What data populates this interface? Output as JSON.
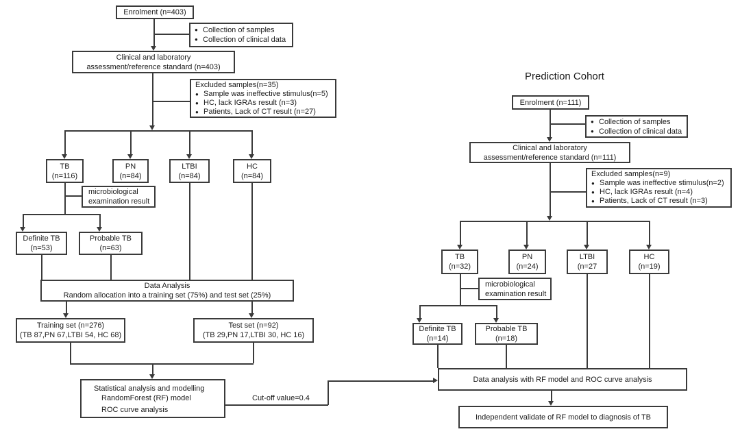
{
  "discovery_cohort": {
    "enrolment_box": "Enrolment (n=403)",
    "collection_box": {
      "items": [
        "Collection of samples",
        "Collection of clinical data"
      ]
    },
    "clinical_box": {
      "line1": "Clinical and laboratory",
      "line2": "assessment/reference standard (n=403)"
    },
    "excluded_box": {
      "title": "Excluded samples(n=35)",
      "items": [
        "Sample was ineffective stimulus(n=5)",
        "HC, lack IGRAs result  (n=3)",
        "Patients, Lack of CT result (n=27)"
      ]
    },
    "group_boxes": [
      {
        "name": "TB",
        "n": "(n=116)"
      },
      {
        "name": "PN",
        "n": "(n=84)"
      },
      {
        "name": "LTBI",
        "n": "(n=84)"
      },
      {
        "name": "HC",
        "n": "(n=84)"
      }
    ],
    "micro_box": {
      "line1": "microbiological",
      "line2": "examination result"
    },
    "definite_box": {
      "line1": "Definite TB",
      "line2": "(n=53)"
    },
    "probable_box": {
      "line1": "Probable TB",
      "line2": "(n=63)"
    },
    "data_analysis_box": {
      "line1": "Data Analysis",
      "line2": "Random allocation into a training set (75%) and test set (25%)"
    },
    "training_box": {
      "line1": "Training set (n=276)",
      "line2": "(TB 87,PN 67,LTBI 54, HC 68)"
    },
    "test_box": {
      "line1": "Test set (n=92)",
      "line2": "(TB 29,PN 17,LTBI 30, HC 16)"
    },
    "stats_box": {
      "line1": "Statistical analysis and modelling",
      "line2": "RandomForest (RF)  model",
      "line3": "ROC curve analysis"
    },
    "cutoff_label": "Cut-off value=0.4"
  },
  "prediction_cohort": {
    "title": "Prediction Cohort",
    "enrolment_box": "Enrolment (n=111)",
    "collection_box": {
      "items": [
        "Collection of samples",
        "Collection of clinical data"
      ]
    },
    "clinical_box": {
      "line1": "Clinical and laboratory",
      "line2": "assessment/reference standard (n=111)"
    },
    "excluded_box": {
      "title": "Excluded samples(n=9)",
      "items": [
        "Sample was ineffective stimulus(n=2)",
        "HC, lack IGRAs result  (n=4)",
        "Patients, Lack of CT result (n=3)"
      ]
    },
    "group_boxes": [
      {
        "name": "TB",
        "n": "(n=32)"
      },
      {
        "name": "PN",
        "n": "(n=24)"
      },
      {
        "name": "LTBI",
        "n": "(n=27"
      },
      {
        "name": "HC",
        "n": "(n=19)"
      }
    ],
    "micro_box": {
      "line1": "microbiological",
      "line2": "examination result"
    },
    "definite_box": {
      "line1": "Definite TB",
      "line2": "(n=14)"
    },
    "probable_box": {
      "line1": "Probable TB",
      "line2": "(n=18)"
    },
    "data_analysis_box": "Data analysis with  RF model and  ROC curve analysis",
    "validate_box": "Independent validate of  RF model to diagnosis of TB"
  }
}
